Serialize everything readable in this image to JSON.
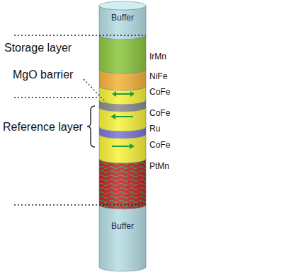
{
  "diagram": {
    "nodes": [
      {
        "text": [
          "Buffer"
        ]
      },
      {
        "text": [
          "Buffer"
        ]
      }
    ],
    "labels": [
      "Storage layer",
      "MgO barrier",
      "Reference layer",
      "IrMn",
      "NiFe",
      "CoFe",
      "CoFe",
      "Ru",
      "CoFe",
      "PtMn"
    ]
  }
}
